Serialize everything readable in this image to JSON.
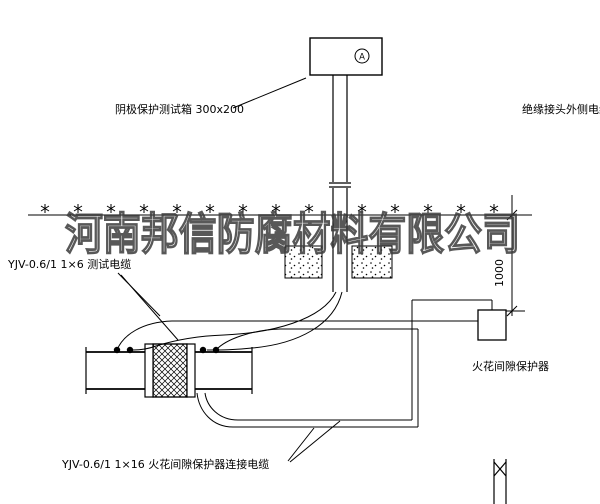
{
  "watermark": {
    "text": "河南邦信防腐材料有限公司"
  },
  "labels": {
    "test_box": "阴极保护测试箱 300x200",
    "right_cable": "绝缘接头外侧电缆",
    "test_cable": "YJV-0.6/1 1×6  测试电缆",
    "spark_gap": "火花间隙保护器",
    "bottom_cable": "YJV-0.6/1 1×16  火花间隙保护器连接电缆"
  },
  "dimension": {
    "value": "1000"
  },
  "symbols": {
    "ammeter": "A"
  },
  "colors": {
    "line": "#000000",
    "watermark": "#3c3c3c",
    "background": "#ffffff"
  }
}
